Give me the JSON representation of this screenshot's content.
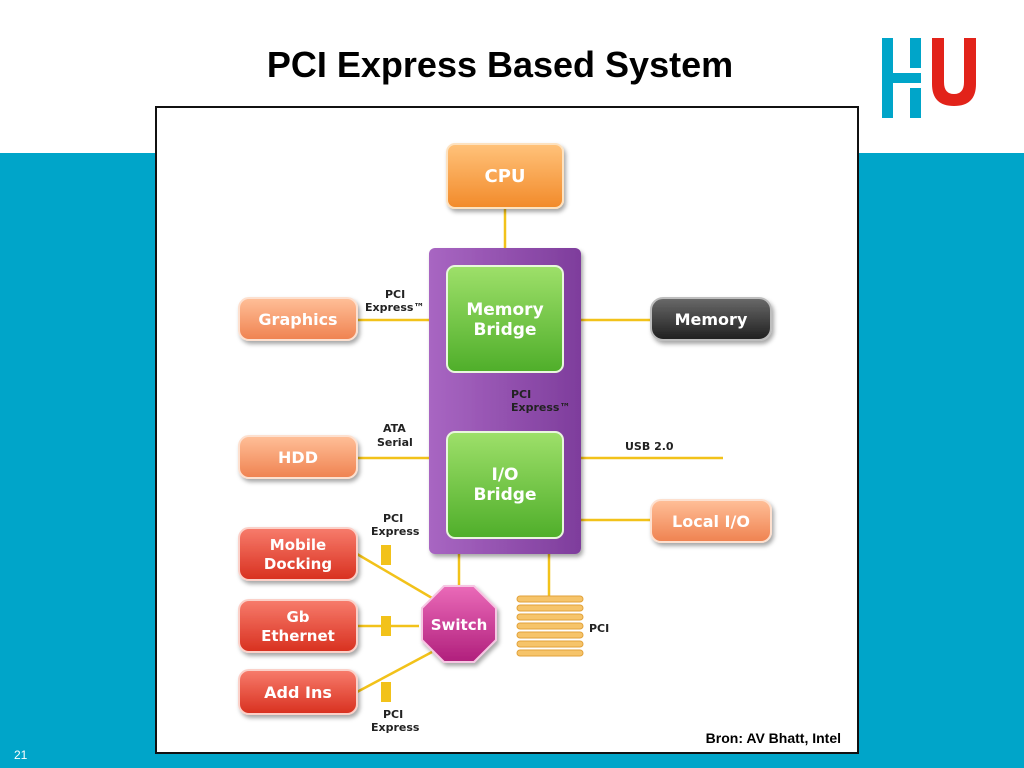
{
  "slide": {
    "title": "PCI Express Based System",
    "number": "21",
    "source": "Bron: AV Bhatt, Intel"
  },
  "logo": {
    "name": "hu-logo",
    "colors": {
      "bars": "#00a5c9",
      "u": "#e2231a"
    }
  },
  "diagram": {
    "nodes": {
      "cpu": "CPU",
      "memory_bridge": [
        "Memory",
        "Bridge"
      ],
      "io_bridge": [
        "I/O",
        "Bridge"
      ],
      "graphics": "Graphics",
      "memory": "Memory",
      "hdd": "HDD",
      "local_io": "Local I/O",
      "mobile_docking": [
        "Mobile",
        "Docking"
      ],
      "gb_ethernet": [
        "Gb",
        "Ethernet"
      ],
      "add_ins": "Add Ins",
      "switch": "Switch",
      "pci_slots": "PCI"
    },
    "edge_labels": {
      "pci_express_tm_graphics": [
        "PCI",
        "Express™"
      ],
      "pci_express_tm_bridge": [
        "PCI",
        "Express™"
      ],
      "ata_serial": [
        "ATA",
        "Serial"
      ],
      "usb": "USB 2.0",
      "pci_express_mobile": [
        "PCI",
        "Express"
      ],
      "pci_express_addins": [
        "PCI",
        "Express"
      ]
    },
    "colors": {
      "orange": "#f8a14a",
      "salmon": "#f59a6c",
      "red": "#e8413a",
      "green": "#66c23a",
      "purple": "#8d4aa8",
      "magenta": "#c92f8f",
      "dark": "#3a3a3a",
      "bus": "#f2c21a",
      "band": "#00a5c9"
    }
  }
}
